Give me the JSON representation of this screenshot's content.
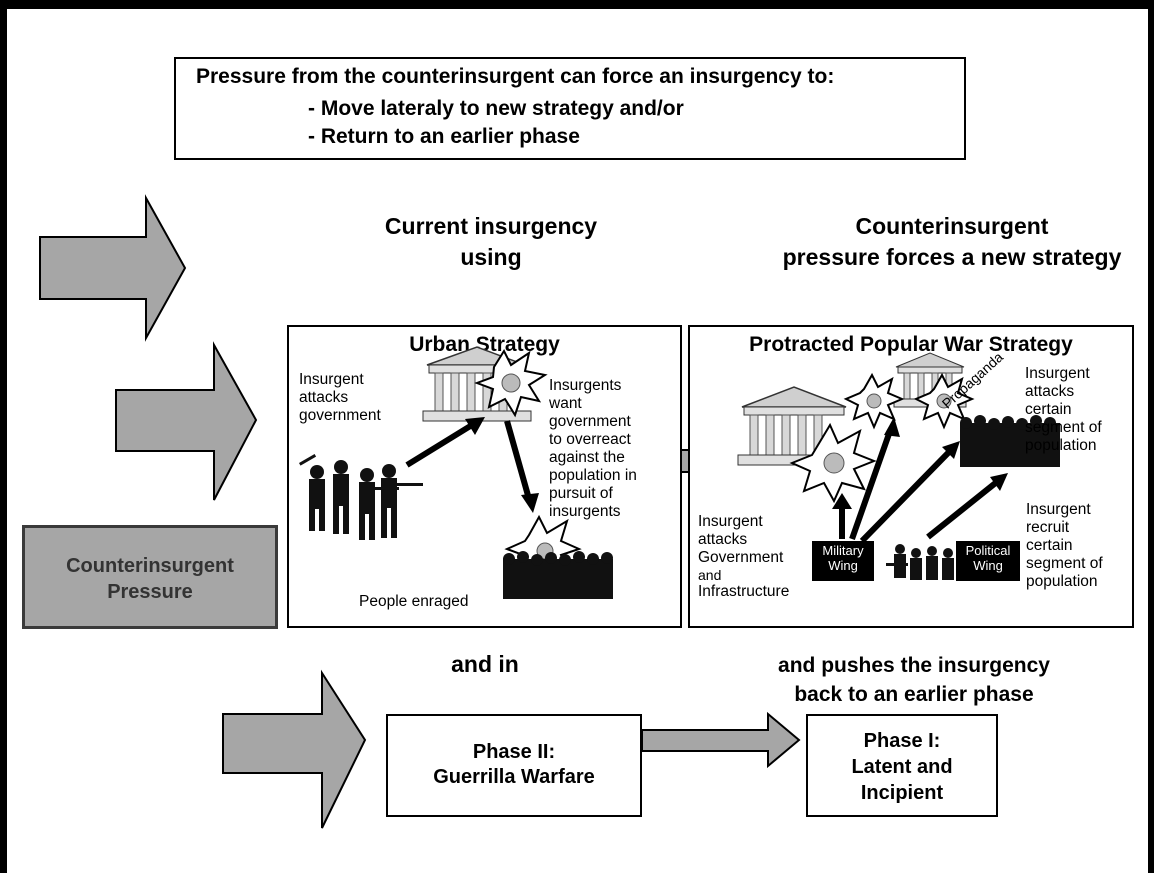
{
  "header": {
    "title": "Pressure from the counterinsurgent can force an insurgency to:",
    "item1": "- Move lateraly to new strategy and/or",
    "item2": "- Return to an earlier phase"
  },
  "headings": {
    "current_line1": "Current insurgency",
    "current_line2": "using",
    "counter_line1": "Counterinsurgent",
    "counter_line2": "pressure forces a new strategy",
    "and_in": "and in",
    "pushes_line1": "and pushes the insurgency",
    "pushes_line2": "back to an earlier phase"
  },
  "pressure": {
    "line1": "Counterinsurgent",
    "line2": "Pressure"
  },
  "urban": {
    "title": "Urban Strategy",
    "attack_label": [
      "Insurgent",
      "attacks",
      "government"
    ],
    "want_label": [
      "Insurgents",
      "want",
      "government",
      "to overreact",
      "against the",
      "population in",
      "pursuit of",
      "insurgents"
    ],
    "enraged_label": "People enraged"
  },
  "ppw": {
    "title": "Protracted Popular War Strategy",
    "attacks_segment": [
      "Insurgent",
      "attacks",
      "certain",
      "segment of",
      "population"
    ],
    "recruit_segment": [
      "Insurgent",
      "recruit",
      "certain",
      "segment of",
      "population"
    ],
    "attacks_gov_line1": "Insurgent",
    "attacks_gov_line2": "attacks",
    "attacks_gov_line3": "Government",
    "attacks_gov_line4": "and",
    "attacks_gov_line5": "Infrastructure",
    "military_wing": [
      "Military",
      "Wing"
    ],
    "political_wing": [
      "Political",
      "Wing"
    ],
    "propaganda": "Propaganda"
  },
  "phases": {
    "phase2_line1": "Phase II:",
    "phase2_line2": "Guerrilla Warfare",
    "phase1_line1": "Phase I:",
    "phase1_line2": "Latent and",
    "phase1_line3": "Incipient"
  },
  "colors": {
    "arrow_fill": "#a6a6a6",
    "arrow_stroke": "#000000",
    "pressure_fill": "#a6a6a6"
  }
}
